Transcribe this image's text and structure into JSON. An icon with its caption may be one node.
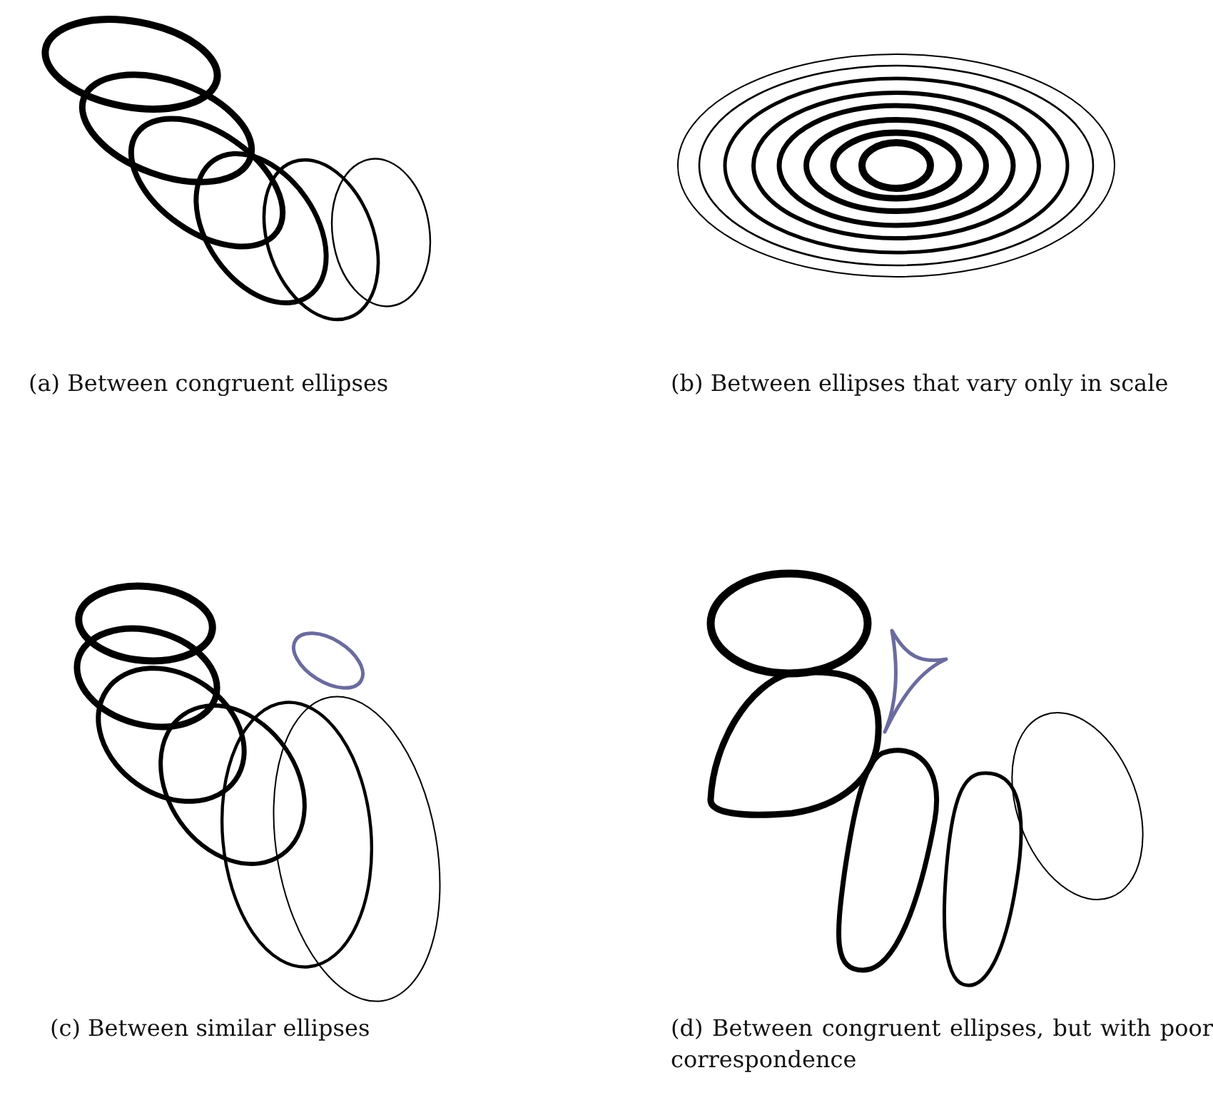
{
  "diagram": {
    "labels": [
      "(a) Between congruent ellipses",
      "(b) Between ellipses that vary only in scale",
      "(c) Between similar ellipses",
      "(d) Between congruent ellipses, but with poor correspondence"
    ]
  }
}
